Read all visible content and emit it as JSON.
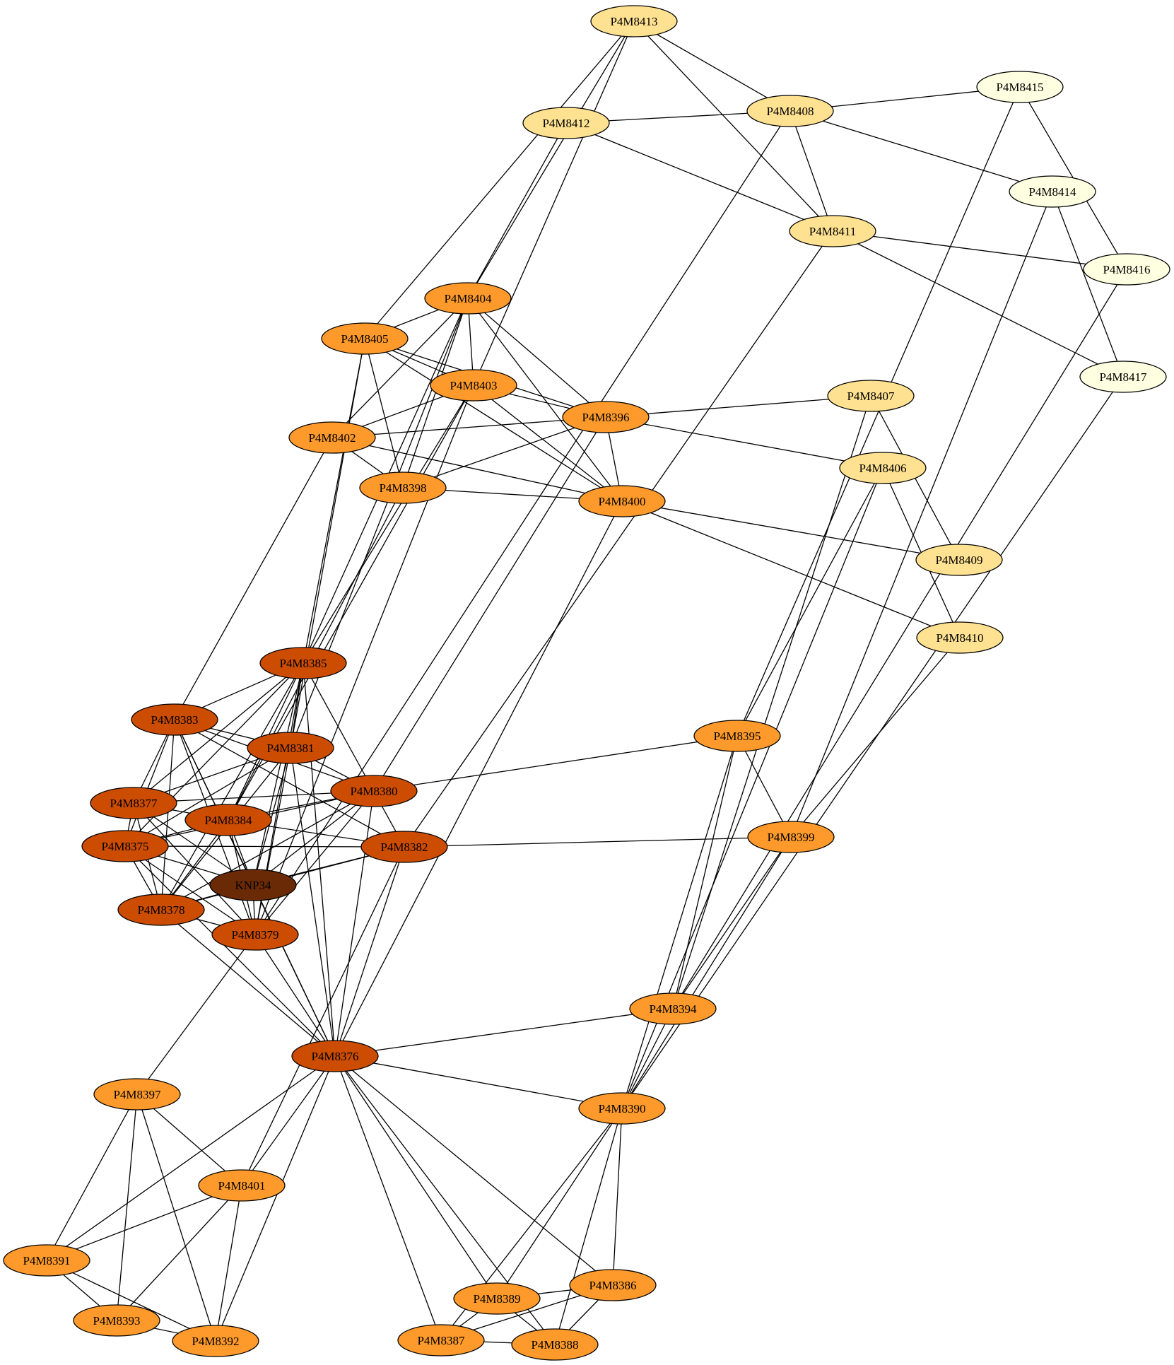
{
  "palette": {
    "t0": "#fefee0",
    "t1": "#fee291",
    "t2": "#fe9a2b",
    "t3": "#cc4c02",
    "t4": "#6b2a06"
  },
  "nodes": [
    {
      "id": "P4M8413",
      "label": "P4M8413",
      "tier": "t1"
    },
    {
      "id": "P4M8412",
      "label": "P4M8412",
      "tier": "t1"
    },
    {
      "id": "P4M8408",
      "label": "P4M8408",
      "tier": "t1"
    },
    {
      "id": "P4M8415",
      "label": "P4M8415",
      "tier": "t0"
    },
    {
      "id": "P4M8414",
      "label": "P4M8414",
      "tier": "t0"
    },
    {
      "id": "P4M8411",
      "label": "P4M8411",
      "tier": "t1"
    },
    {
      "id": "P4M8416",
      "label": "P4M8416",
      "tier": "t0"
    },
    {
      "id": "P4M8417",
      "label": "P4M8417",
      "tier": "t0"
    },
    {
      "id": "P4M8404",
      "label": "P4M8404",
      "tier": "t2"
    },
    {
      "id": "P4M8405",
      "label": "P4M8405",
      "tier": "t2"
    },
    {
      "id": "P4M8403",
      "label": "P4M8403",
      "tier": "t2"
    },
    {
      "id": "P4M8396",
      "label": "P4M8396",
      "tier": "t2"
    },
    {
      "id": "P4M8407",
      "label": "P4M8407",
      "tier": "t1"
    },
    {
      "id": "P4M8402",
      "label": "P4M8402",
      "tier": "t2"
    },
    {
      "id": "P4M8406",
      "label": "P4M8406",
      "tier": "t1"
    },
    {
      "id": "P4M8398",
      "label": "P4M8398",
      "tier": "t2"
    },
    {
      "id": "P4M8400",
      "label": "P4M8400",
      "tier": "t2"
    },
    {
      "id": "P4M8409",
      "label": "P4M8409",
      "tier": "t1"
    },
    {
      "id": "P4M8410",
      "label": "P4M8410",
      "tier": "t1"
    },
    {
      "id": "P4M8385",
      "label": "P4M8385",
      "tier": "t3"
    },
    {
      "id": "P4M8383",
      "label": "P4M8383",
      "tier": "t3"
    },
    {
      "id": "P4M8381",
      "label": "P4M8381",
      "tier": "t3"
    },
    {
      "id": "P4M8395",
      "label": "P4M8395",
      "tier": "t2"
    },
    {
      "id": "P4M8380",
      "label": "P4M8380",
      "tier": "t3"
    },
    {
      "id": "P4M8377",
      "label": "P4M8377",
      "tier": "t3"
    },
    {
      "id": "P4M8384",
      "label": "P4M8384",
      "tier": "t3"
    },
    {
      "id": "P4M8399",
      "label": "P4M8399",
      "tier": "t2"
    },
    {
      "id": "P4M8375",
      "label": "P4M8375",
      "tier": "t3"
    },
    {
      "id": "P4M8382",
      "label": "P4M8382",
      "tier": "t3"
    },
    {
      "id": "KNP34",
      "label": "KNP34",
      "tier": "t4"
    },
    {
      "id": "P4M8378",
      "label": "P4M8378",
      "tier": "t3"
    },
    {
      "id": "P4M8379",
      "label": "P4M8379",
      "tier": "t3"
    },
    {
      "id": "P4M8394",
      "label": "P4M8394",
      "tier": "t2"
    },
    {
      "id": "P4M8376",
      "label": "P4M8376",
      "tier": "t3"
    },
    {
      "id": "P4M8397",
      "label": "P4M8397",
      "tier": "t2"
    },
    {
      "id": "P4M8390",
      "label": "P4M8390",
      "tier": "t2"
    },
    {
      "id": "P4M8401",
      "label": "P4M8401",
      "tier": "t2"
    },
    {
      "id": "P4M8391",
      "label": "P4M8391",
      "tier": "t2"
    },
    {
      "id": "P4M8386",
      "label": "P4M8386",
      "tier": "t2"
    },
    {
      "id": "P4M8389",
      "label": "P4M8389",
      "tier": "t2"
    },
    {
      "id": "P4M8393",
      "label": "P4M8393",
      "tier": "t2"
    },
    {
      "id": "P4M8387",
      "label": "P4M8387",
      "tier": "t2"
    },
    {
      "id": "P4M8388",
      "label": "P4M8388",
      "tier": "t2"
    },
    {
      "id": "P4M8392",
      "label": "P4M8392",
      "tier": "t2"
    }
  ],
  "edges": [
    [
      "P4M8413",
      "P4M8408"
    ],
    [
      "P4M8413",
      "P4M8411"
    ],
    [
      "P4M8413",
      "P4M8405"
    ],
    [
      "P4M8413",
      "P4M8404"
    ],
    [
      "P4M8413",
      "P4M8403"
    ],
    [
      "P4M8412",
      "P4M8408"
    ],
    [
      "P4M8412",
      "P4M8411"
    ],
    [
      "P4M8412",
      "P4M8404"
    ],
    [
      "P4M8408",
      "P4M8415"
    ],
    [
      "P4M8408",
      "P4M8414"
    ],
    [
      "P4M8408",
      "P4M8411"
    ],
    [
      "P4M8408",
      "P4M8379"
    ],
    [
      "P4M8415",
      "P4M8416"
    ],
    [
      "P4M8415",
      "P4M8395"
    ],
    [
      "P4M8414",
      "P4M8417"
    ],
    [
      "P4M8414",
      "P4M8399"
    ],
    [
      "P4M8411",
      "P4M8416"
    ],
    [
      "P4M8411",
      "P4M8417"
    ],
    [
      "P4M8411",
      "P4M8382"
    ],
    [
      "P4M8416",
      "P4M8394"
    ],
    [
      "P4M8417",
      "P4M8390"
    ],
    [
      "P4M8404",
      "P4M8405"
    ],
    [
      "P4M8404",
      "P4M8403"
    ],
    [
      "P4M8404",
      "P4M8396"
    ],
    [
      "P4M8404",
      "P4M8400"
    ],
    [
      "P4M8404",
      "P4M8402"
    ],
    [
      "P4M8404",
      "P4M8398"
    ],
    [
      "P4M8404",
      "P4M8385"
    ],
    [
      "P4M8404",
      "P4M8381"
    ],
    [
      "P4M8405",
      "P4M8403"
    ],
    [
      "P4M8405",
      "P4M8396"
    ],
    [
      "P4M8405",
      "P4M8400"
    ],
    [
      "P4M8405",
      "P4M8398"
    ],
    [
      "P4M8405",
      "P4M8385"
    ],
    [
      "P4M8405",
      "P4M8381"
    ],
    [
      "P4M8403",
      "P4M8396"
    ],
    [
      "P4M8403",
      "P4M8400"
    ],
    [
      "P4M8403",
      "P4M8402"
    ],
    [
      "P4M8403",
      "P4M8385"
    ],
    [
      "P4M8403",
      "P4M8384"
    ],
    [
      "P4M8403",
      "P4M8379"
    ],
    [
      "P4M8396",
      "P4M8407"
    ],
    [
      "P4M8396",
      "P4M8406"
    ],
    [
      "P4M8396",
      "P4M8402"
    ],
    [
      "P4M8396",
      "P4M8398"
    ],
    [
      "P4M8396",
      "P4M8400"
    ],
    [
      "P4M8396",
      "P4M8380"
    ],
    [
      "P4M8407",
      "P4M8409"
    ],
    [
      "P4M8407",
      "P4M8394"
    ],
    [
      "P4M8402",
      "P4M8400"
    ],
    [
      "P4M8402",
      "P4M8398"
    ],
    [
      "P4M8402",
      "P4M8383"
    ],
    [
      "P4M8406",
      "P4M8410"
    ],
    [
      "P4M8406",
      "P4M8390"
    ],
    [
      "P4M8406",
      "P4M8395"
    ],
    [
      "P4M8398",
      "P4M8400"
    ],
    [
      "P4M8398",
      "P4M8384"
    ],
    [
      "P4M8400",
      "P4M8409"
    ],
    [
      "P4M8400",
      "P4M8410"
    ],
    [
      "P4M8400",
      "P4M8376"
    ],
    [
      "P4M8410",
      "P4M8399"
    ],
    [
      "P4M8385",
      "P4M8383"
    ],
    [
      "P4M8385",
      "P4M8381"
    ],
    [
      "P4M8385",
      "P4M8377"
    ],
    [
      "P4M8385",
      "P4M8384"
    ],
    [
      "P4M8385",
      "P4M8375"
    ],
    [
      "P4M8385",
      "P4M8382"
    ],
    [
      "P4M8385",
      "KNP34"
    ],
    [
      "P4M8385",
      "P4M8378"
    ],
    [
      "P4M8385",
      "P4M8379"
    ],
    [
      "P4M8385",
      "P4M8376"
    ],
    [
      "P4M8383",
      "P4M8381"
    ],
    [
      "P4M8383",
      "P4M8380"
    ],
    [
      "P4M8383",
      "P4M8377"
    ],
    [
      "P4M8383",
      "P4M8375"
    ],
    [
      "P4M8383",
      "P4M8382"
    ],
    [
      "P4M8383",
      "KNP34"
    ],
    [
      "P4M8383",
      "P4M8378"
    ],
    [
      "P4M8383",
      "P4M8379"
    ],
    [
      "P4M8383",
      "P4M8376"
    ],
    [
      "P4M8381",
      "P4M8380"
    ],
    [
      "P4M8381",
      "P4M8377"
    ],
    [
      "P4M8381",
      "P4M8375"
    ],
    [
      "P4M8381",
      "KNP34"
    ],
    [
      "P4M8381",
      "P4M8378"
    ],
    [
      "P4M8381",
      "P4M8379"
    ],
    [
      "P4M8381",
      "P4M8376"
    ],
    [
      "P4M8395",
      "P4M8380"
    ],
    [
      "P4M8395",
      "P4M8399"
    ],
    [
      "P4M8395",
      "P4M8394"
    ],
    [
      "P4M8395",
      "P4M8390"
    ],
    [
      "P4M8380",
      "P4M8377"
    ],
    [
      "P4M8380",
      "P4M8384"
    ],
    [
      "P4M8380",
      "P4M8375"
    ],
    [
      "P4M8380",
      "KNP34"
    ],
    [
      "P4M8380",
      "P4M8378"
    ],
    [
      "P4M8380",
      "P4M8379"
    ],
    [
      "P4M8380",
      "P4M8376"
    ],
    [
      "P4M8377",
      "P4M8384"
    ],
    [
      "P4M8377",
      "P4M8375"
    ],
    [
      "P4M8377",
      "KNP34"
    ],
    [
      "P4M8377",
      "P4M8378"
    ],
    [
      "P4M8377",
      "P4M8379"
    ],
    [
      "P4M8384",
      "P4M8382"
    ],
    [
      "P4M8384",
      "P4M8375"
    ],
    [
      "P4M8384",
      "KNP34"
    ],
    [
      "P4M8384",
      "P4M8378"
    ],
    [
      "P4M8384",
      "P4M8379"
    ],
    [
      "P4M8399",
      "P4M8382"
    ],
    [
      "P4M8399",
      "P4M8394"
    ],
    [
      "P4M8399",
      "P4M8390"
    ],
    [
      "P4M8375",
      "P4M8382"
    ],
    [
      "P4M8375",
      "KNP34"
    ],
    [
      "P4M8375",
      "P4M8378"
    ],
    [
      "P4M8375",
      "P4M8379"
    ],
    [
      "P4M8375",
      "P4M8376"
    ],
    [
      "P4M8382",
      "KNP34"
    ],
    [
      "P4M8382",
      "P4M8378"
    ],
    [
      "P4M8382",
      "P4M8376"
    ],
    [
      "P4M8382",
      "P4M8401"
    ],
    [
      "KNP34",
      "P4M8378"
    ],
    [
      "KNP34",
      "P4M8379"
    ],
    [
      "KNP34",
      "P4M8376"
    ],
    [
      "P4M8378",
      "P4M8379"
    ],
    [
      "P4M8378",
      "P4M8376"
    ],
    [
      "P4M8379",
      "P4M8376"
    ],
    [
      "P4M8379",
      "P4M8397"
    ],
    [
      "P4M8394",
      "P4M8376"
    ],
    [
      "P4M8394",
      "P4M8390"
    ],
    [
      "P4M8376",
      "P4M8390"
    ],
    [
      "P4M8376",
      "P4M8391"
    ],
    [
      "P4M8376",
      "P4M8401"
    ],
    [
      "P4M8376",
      "P4M8392"
    ],
    [
      "P4M8376",
      "P4M8386"
    ],
    [
      "P4M8376",
      "P4M8389"
    ],
    [
      "P4M8376",
      "P4M8387"
    ],
    [
      "P4M8376",
      "P4M8388"
    ],
    [
      "P4M8397",
      "P4M8401"
    ],
    [
      "P4M8397",
      "P4M8391"
    ],
    [
      "P4M8397",
      "P4M8393"
    ],
    [
      "P4M8397",
      "P4M8392"
    ],
    [
      "P4M8390",
      "P4M8389"
    ],
    [
      "P4M8390",
      "P4M8386"
    ],
    [
      "P4M8390",
      "P4M8387"
    ],
    [
      "P4M8390",
      "P4M8388"
    ],
    [
      "P4M8401",
      "P4M8391"
    ],
    [
      "P4M8401",
      "P4M8393"
    ],
    [
      "P4M8401",
      "P4M8392"
    ],
    [
      "P4M8391",
      "P4M8393"
    ],
    [
      "P4M8391",
      "P4M8392"
    ],
    [
      "P4M8393",
      "P4M8392"
    ],
    [
      "P4M8386",
      "P4M8389"
    ],
    [
      "P4M8386",
      "P4M8387"
    ],
    [
      "P4M8386",
      "P4M8388"
    ],
    [
      "P4M8389",
      "P4M8387"
    ],
    [
      "P4M8389",
      "P4M8388"
    ],
    [
      "P4M8387",
      "P4M8388"
    ]
  ]
}
